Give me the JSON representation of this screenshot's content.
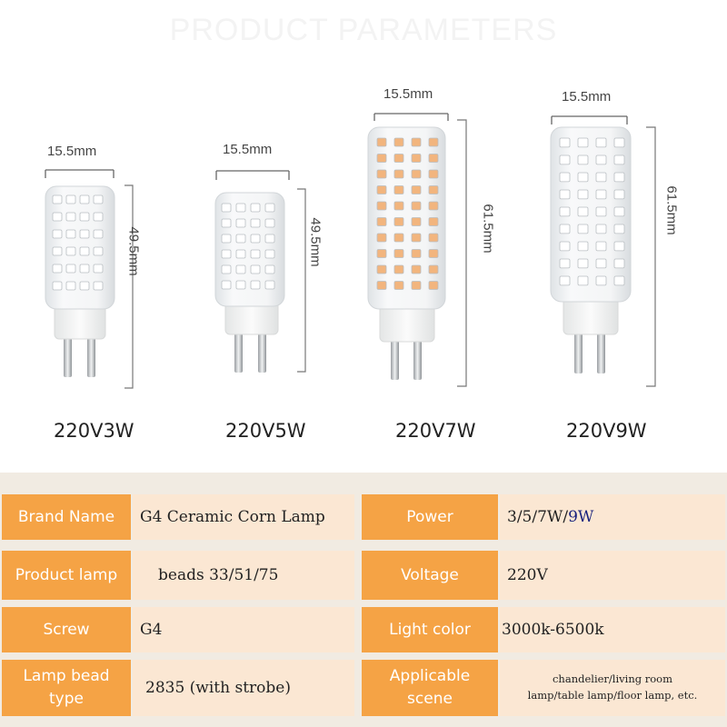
{
  "header": {
    "title": "PRODUCT PARAMETERS"
  },
  "lamps": [
    {
      "width": "15.5mm",
      "height": "49.5mm",
      "label": "220V3W"
    },
    {
      "width": "15.5mm",
      "height": "49.5mm",
      "label": "220V5W"
    },
    {
      "width": "15.5mm",
      "height": "61.5mm",
      "label": "220V7W"
    },
    {
      "width": "15.5mm",
      "height": "61.5mm",
      "label": "220V9W"
    }
  ],
  "params": {
    "brand_label": "Brand Name",
    "brand_value": "G4 Ceramic Corn Lamp",
    "power_label": "Power",
    "power_value": "3/5/7W/",
    "power_value_b": "9W",
    "lamp_label": "Product lamp",
    "lamp_value": "beads 33/51/75",
    "voltage_label": "Voltage",
    "voltage_value": "220V",
    "screw_label": "Screw",
    "screw_value": "G4",
    "color_label": "Light color",
    "color_value": "3000k-6500k",
    "bead_label_1": "Lamp bead",
    "bead_label_2": "type",
    "bead_value": "2835 (with strobe)",
    "scene_label_1": "Applicable",
    "scene_label_2": "scene",
    "scene_value_1": "chandelier/living room",
    "scene_value_2": "lamp/table lamp/floor lamp, etc."
  },
  "colors": {
    "label_bg": "#f5a345",
    "value_bg": "#fbe7d3",
    "table_bg": "#f1ebe2",
    "warm_led": "#f2b57e",
    "cool_led": "#ffffff"
  }
}
